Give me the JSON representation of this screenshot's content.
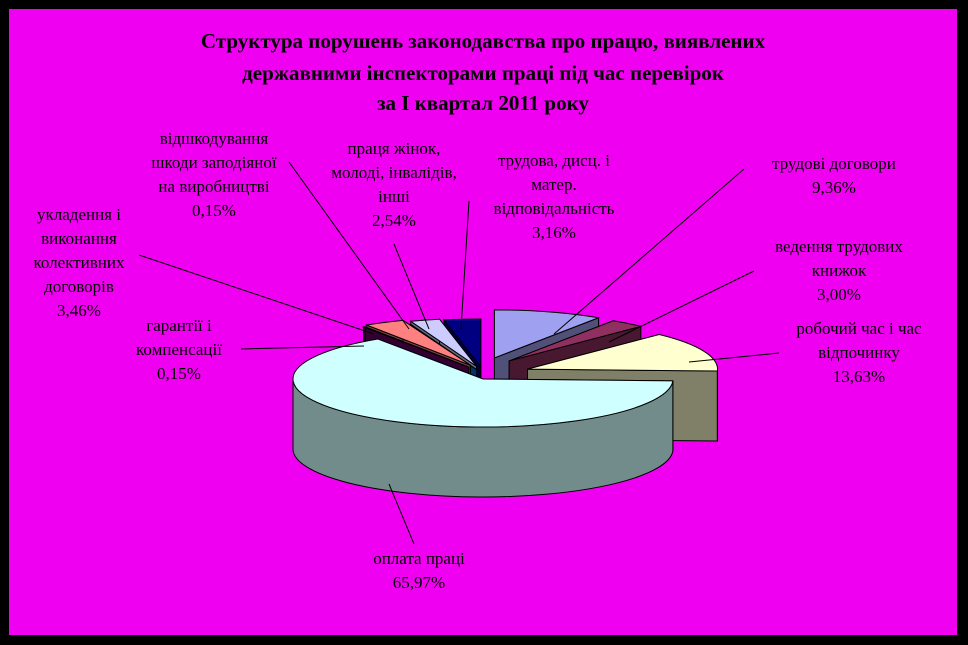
{
  "chart_data": {
    "type": "pie",
    "title_lines": [
      "Структура порушень законодавства про працю, виявлених",
      "державними інспекторами праці під час перевірок",
      "за  І квартал 2011 року"
    ],
    "slices": [
      {
        "label_lines": [
          "трудові договори"
        ],
        "value_text": "9,36%",
        "value": 9.36,
        "color": "#a0a0f0"
      },
      {
        "label_lines": [
          "ведення  трудових",
          "книжок"
        ],
        "value_text": "3,00%",
        "value": 3.0,
        "color": "#903060"
      },
      {
        "label_lines": [
          "робочий час і час",
          "відпочинку"
        ],
        "value_text": "13,63%",
        "value": 13.63,
        "color": "#ffffd0"
      },
      {
        "label_lines": [
          "оплата праці"
        ],
        "value_text": "65,97%",
        "value": 65.97,
        "color": "#d0ffff"
      },
      {
        "label_lines": [
          "гарантії і",
          "компенсації"
        ],
        "value_text": "0,15%",
        "value": 0.15,
        "color": "#660066"
      },
      {
        "label_lines": [
          "укладення і",
          "виконання",
          "колективних",
          "договорів"
        ],
        "value_text": "3,46%",
        "value": 3.46,
        "color": "#ff8080"
      },
      {
        "label_lines": [
          "відшкодування",
          "шкоди заподіяної",
          "на виробництві"
        ],
        "value_text": "0,15%",
        "value": 0.15,
        "color": "#0066cc"
      },
      {
        "label_lines": [
          "праця жінок,",
          "молоді, інвалідів,",
          "інші"
        ],
        "value_text": "2,54%",
        "value": 2.54,
        "color": "#ccccff"
      },
      {
        "label_lines": [
          "трудова, дисц. і",
          "матер.",
          "відповідальність"
        ],
        "value_text": "3,16%",
        "value": 3.16,
        "color": "#000080"
      }
    ],
    "legend": "none",
    "chart_style": "3d-exploded-pie"
  }
}
